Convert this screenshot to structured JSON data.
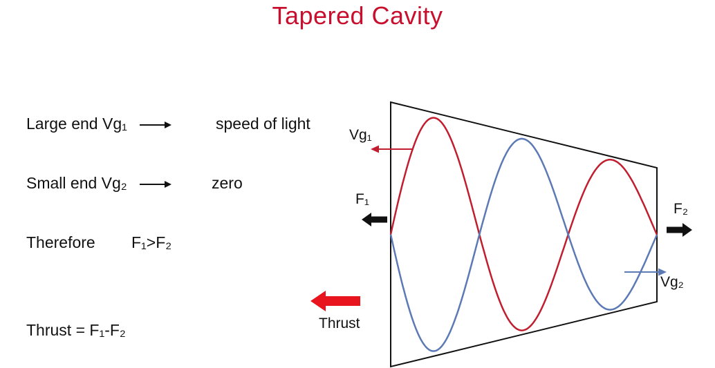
{
  "title": "Tapered Cavity",
  "colors": {
    "title_color": "#c8102e",
    "wave_red": "#c01e2e",
    "wave_blue": "#5b79b5",
    "arrow_red": "#e8141e",
    "ink": "#111111"
  },
  "notes": [
    {
      "lhs": "Large end Vg₁",
      "rhs": "speed of light"
    },
    {
      "lhs": "Small end Vg₂",
      "rhs": "zero"
    },
    {
      "lhs": "Therefore",
      "rhs": "F₁>F₂"
    },
    {
      "lhs": "Thrust = F₁-F₂",
      "rhs": ""
    }
  ],
  "diagram": {
    "label_vg1": "Vg₁",
    "label_f1": "F₁",
    "label_thrust": "Thrust",
    "label_f2": "F₂",
    "label_vg2": "Vg₂"
  }
}
